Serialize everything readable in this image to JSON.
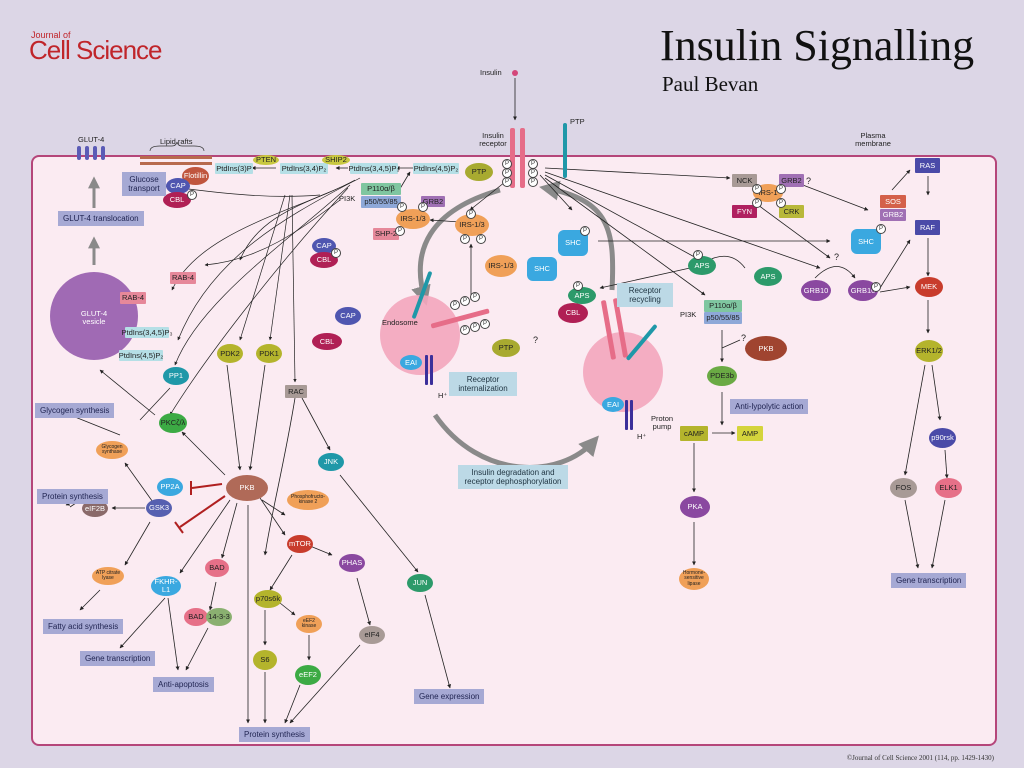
{
  "header": {
    "journal_small": "Journal of",
    "journal_large": "Cell Science",
    "title": "Insulin Signalling",
    "author": "Paul Bevan",
    "credit": "©Journal of Cell Science 2001 (114, pp. 1429-1430)"
  },
  "colors": {
    "background": "#dcd6e6",
    "cell_fill": "#fbebf2",
    "membrane": "#b5467a",
    "journal_red": "#c0252a",
    "outcome_box": "#a6a9d4",
    "process_box": "#bcd9e6",
    "inhibition": "#b02020"
  },
  "labels": {
    "insulin": "Insulin",
    "insulin_receptor": "Insulin receptor",
    "ptp_top": "PTP",
    "plasma_membrane": "Plasma membrane",
    "glut4_top": "GLUT-4",
    "lipid_rafts": "Lipid rafts",
    "pi3k_1": "PI3K",
    "pi3k_2": "PI3K",
    "endosome": "Endosome",
    "glut4_vesicle": "GLUT-4 vesicle",
    "h_plus_1": "H⁺",
    "h_plus_2": "H⁺",
    "proton_pump": "Proton pump",
    "q1": "?",
    "q2": "?",
    "q3": "?",
    "q4": "?"
  },
  "nodes": {
    "ptdins3p": "PtdIns(3)P",
    "pten": "PTEN",
    "ptdins34p2": "PtdIns(3,4)P₂",
    "ship2": "SHIP2",
    "ptdins345p3": "PtdIns(3,4,5)P₃",
    "ptdins45p2": "PtdIns(4,5)P₂",
    "flotillin": "Flotillin",
    "cap_top": "CAP",
    "cbl_top": "CBL",
    "p110ab": "P110α/β",
    "p50_55_85": "p50/55/85",
    "grb2_left": "GRB2",
    "irs13_a": "IRS-1/3",
    "shp2": "SHP-2",
    "irs13_b": "IRS-1/3",
    "ptp_mid": "PTP",
    "cap_mid": "CAP",
    "cbl_mid": "CBL",
    "cap_low": "CAP",
    "cbl_low": "CBL",
    "irs13_c": "IRS-1/3",
    "shc_mid": "SHC",
    "shc_right": "SHC",
    "eai_1": "EAI",
    "ptp_endo": "PTP",
    "aps_1": "APS",
    "cbl_right": "CBL",
    "aps_2": "APS",
    "aps_3": "APS",
    "nck": "NCK",
    "irs1": "IRS-1",
    "grb2_right": "GRB2",
    "fyn": "FYN",
    "crk": "CRK",
    "ras": "RAS",
    "sos": "SOS",
    "grb2_sos": "GRB2",
    "shc_far": "SHC",
    "raf": "RAF",
    "grb10_a": "GRB10",
    "grb10_b": "GRB10",
    "mek": "MEK",
    "erk12": "ERK1/2",
    "p90rsk": "p90rsk",
    "fos": "FOS",
    "elk1": "ELK1",
    "p110g": "P110α/β",
    "p50_right": "p50/55/85",
    "pkb_right": "PKB",
    "pde3b": "PDE3b",
    "camp": "cAMP",
    "amp": "AMP",
    "pka": "PKA",
    "hsl": "Hormone-sensitive lipase",
    "eai_2": "EAI",
    "rab4_a": "RAB-4",
    "rab4_b": "RAB-4",
    "v_ptdins345": "PtdIns(3,4,5)P₃",
    "v_ptdins45": "PtdIns(4,5)P₂",
    "pp1": "PP1",
    "pdk2": "PDK2",
    "pdk1": "PDK1",
    "rac": "RAC",
    "pkc": "PKCζ/λ",
    "glycogen_synthase": "Glycogen synthase",
    "pp2a": "PP2A",
    "pkb": "PKB",
    "pfk2": "Phosphofructo-kinase 2",
    "jnk": "JNK",
    "gsk3": "GSK3",
    "eif2b": "eIF2B",
    "mtor": "mTOR",
    "phas": "PHAS",
    "atp_citrate_lyase": "ATP citrate lyase",
    "fkhr": "FKHR-L1",
    "bad_a": "BAD",
    "bad_b": "BAD",
    "p1433": "14-3-3",
    "p70s6k": "p70s6k",
    "eef2k": "eEF2 kinase",
    "eif4": "eIF4",
    "jun": "JUN",
    "s6": "S6",
    "eef2": "eEF2"
  },
  "outcomes": {
    "glucose_transport": "Glucose transport",
    "glut4_translocation": "GLUT-4 translocation",
    "glycogen_synthesis": "Glycogen synthesis",
    "protein_synthesis_left": "Protein synthesis",
    "fatty_acid_synthesis": "Fatty acid synthesis",
    "gene_transcription_left": "Gene transcription",
    "anti_apoptosis": "Anti-apoptosis",
    "protein_synthesis_bottom": "Protein synthesis",
    "gene_expression": "Gene expression",
    "anti_lipolytic": "Anti-lypolytic action",
    "gene_transcription_right": "Gene transcription"
  },
  "processes": {
    "receptor_internalization": "Receptor internalization",
    "receptor_recycling": "Receptor recycling",
    "insulin_degradation": "Insulin degradation and receptor dephosphorylation"
  },
  "phospho_symbol": "P"
}
